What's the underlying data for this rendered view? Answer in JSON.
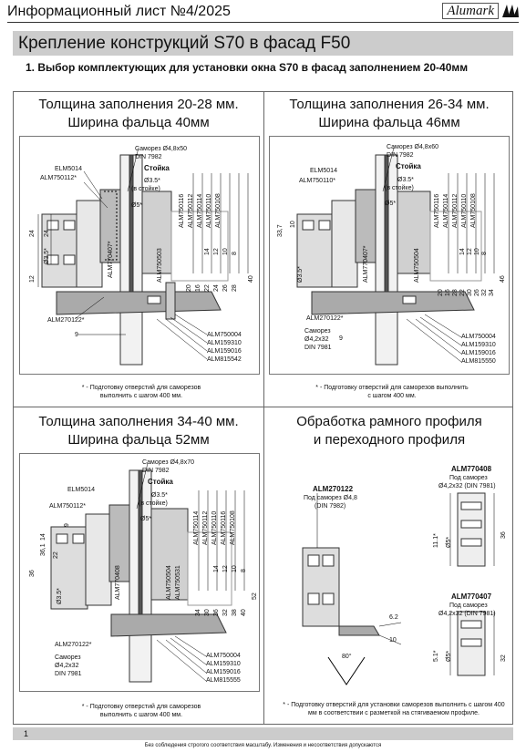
{
  "header": {
    "title": "Информационный лист №4/2025",
    "brand": "Alumark",
    "brand_icon": "triangles-logo"
  },
  "banner": "Крепление конструкций S70 в фасад F50",
  "subtitle": "1. Выбор комплектующих для установки окна S70 в фасад заполнением 20-40мм",
  "q1": {
    "line1": "Толщина заполнения 20-28 мм.",
    "line2": "Ширина фальца 40мм",
    "labels": {
      "screw": "Саморез Ø4,8x50",
      "din": "DIN 7982",
      "stoyka": "Стойка",
      "d35": "Ø3.5*",
      "instoyka": "(в стойке)",
      "d5": "Ø5*",
      "elm": "ELM5014",
      "alm750112": "ALM750112*",
      "alm270122": "ALM270122*",
      "alm750004": "ALM750004",
      "alm159310": "ALM159310",
      "alm159016": "ALM159016",
      "alm815542": "ALM815542",
      "nine": "9",
      "d35l": "Ø3.5*",
      "alm770407": "ALM770407*",
      "alm750503": "ALM750503"
    },
    "vprofiles": [
      "ALM750116",
      "ALM750112",
      "ALM750114",
      "ALM750110",
      "ALM750108"
    ],
    "dimsL": [
      "24",
      "12",
      "24"
    ],
    "dimsR": [
      "20",
      "16",
      "22",
      "24",
      "26",
      "28",
      "14",
      "12",
      "10",
      "8",
      "40"
    ],
    "note": "* - Подготовку отверстий для саморезов выполнить с шагом 400 мм."
  },
  "q2": {
    "line1": "Толщина заполнения 26-34 мм.",
    "line2": "Ширина фальца 46мм",
    "labels": {
      "screw": "Саморез Ø4,8x60",
      "din": "DIN 7982",
      "stoyka": "Стойка",
      "d35": "Ø3.5*",
      "instoyka": "(в стойке)",
      "d5": "Ø5*",
      "elm": "ELM5014",
      "alm750110": "ALM750110*",
      "alm270122": "ALM270122*",
      "sam": "Саморез",
      "sam2": "Ø4,2x32",
      "din2": "DIN 7981",
      "alm750004": "ALM750004",
      "alm159310": "ALM159310",
      "alm159016": "ALM159016",
      "alm815550": "ALM815550",
      "nine": "9",
      "d35l": "Ø3.5*",
      "alm770407": "ALM770407*",
      "alm750504": "ALM750504",
      "d337": "33,7",
      "ten": "10"
    },
    "vprofiles": [
      "ALM750116",
      "ALM750114",
      "ALM750112",
      "ALM750110",
      "ALM750108"
    ],
    "dimsR": [
      "20",
      "16",
      "28",
      "22",
      "30",
      "26",
      "32",
      "34",
      "14",
      "12",
      "10",
      "8",
      "46"
    ],
    "note": "* - Подготовку отверстий для саморезов выполнить с шагом 400 мм."
  },
  "q3": {
    "line1": "Толщина заполнения 34-40 мм.",
    "line2": "Ширина фальца 52мм",
    "labels": {
      "screw": "Саморез Ø4,8x70",
      "din": "DIN 7982",
      "stoyka": "Стойка",
      "d35": "Ø3.5*",
      "instoyka": "(в стойке)",
      "d5": "Ø5*",
      "elm": "ELM5014",
      "alm750112": "ALM750112*",
      "alm270122": "ALM270122*",
      "sam": "Саморез",
      "sam2": "Ø4,2x32",
      "din2": "DIN 7981",
      "alm750004": "ALM750004",
      "alm159310": "ALM159310",
      "alm159016": "ALM159016",
      "alm815555": "ALM815555",
      "d35l": "Ø3.5*",
      "alm770408": "ALM770408",
      "alm750504": "ALM750504",
      "alm750531": "ALM750531",
      "dim361": "36,1",
      "dim36": "36",
      "dim14": "14",
      "dim22": "22",
      "dim9": "9"
    },
    "vprofiles": [
      "ALM750114",
      "ALM750112",
      "ALM750110",
      "ALM750116",
      "ALM750108"
    ],
    "dimsR": [
      "34",
      "30",
      "36",
      "32",
      "38",
      "40",
      "14",
      "12",
      "10",
      "8",
      "52"
    ],
    "note": "* - Подготовку отверстий для саморезов выполнить с шагом 400 мм."
  },
  "q4": {
    "line1": "Обработка рамного профиля",
    "line2": "и переходного профиля",
    "p1": {
      "name": "ALM270122",
      "sub1": "Под саморез Ø4,8",
      "sub2": "(DIN 7982)",
      "d62": "6.2",
      "d10": "10",
      "angle": "80°"
    },
    "p2": {
      "name": "ALM770408",
      "sub1": "Под саморез",
      "sub2": "Ø4,2x32 (DIN 7981)",
      "d111": "11.1*",
      "d5": "Ø5*",
      "d36": "36"
    },
    "p3": {
      "name": "ALM770407",
      "sub1": "Под саморез",
      "sub2": "Ø4,2x32 (DIN 7981)",
      "d51": "5.1*",
      "d5": "Ø5*",
      "d32": "32"
    },
    "note": "* - Подготовку отверстий для установки саморезов выполнить с шагом 400 мм в соответствии с разметкой на стягиваемом профиле."
  },
  "footer": {
    "page": "1",
    "note": "Без соблюдения строгого соответствия масштабу. Изменения и несоответствия допускаются"
  }
}
